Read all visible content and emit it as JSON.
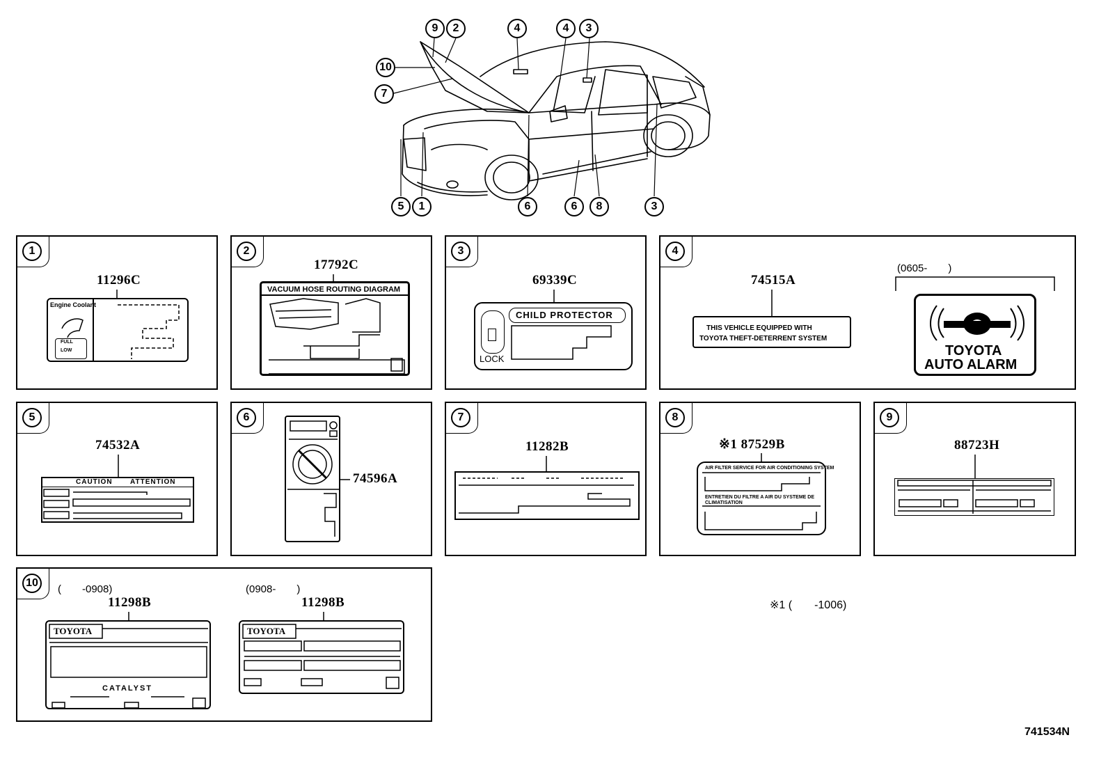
{
  "callouts": [
    "9",
    "2",
    "10",
    "7",
    "4",
    "4",
    "3",
    "5",
    "1",
    "6",
    "6",
    "8",
    "3"
  ],
  "panels": [
    {
      "num": "1",
      "part": "11296C",
      "text": [
        "Engine Coolant",
        "FULL",
        "LOW"
      ]
    },
    {
      "num": "2",
      "part": "17792C",
      "text": [
        "VACUUM HOSE ROUTING DIAGRAM"
      ]
    },
    {
      "num": "3",
      "part": "69339C",
      "text": [
        "CHILD PROTECTOR",
        "LOCK"
      ]
    },
    {
      "num": "4",
      "part": "74515A",
      "date": "(0605-　　)",
      "text": [
        "THIS VEHICLE EQUIPPED WITH",
        "TOYOTA THEFT-DETERRENT SYSTEM",
        "TOYOTA",
        "AUTO ALARM"
      ]
    },
    {
      "num": "5",
      "part": "74532A",
      "text": [
        "CAUTION",
        "ATTENTION"
      ]
    },
    {
      "num": "6",
      "part": "74596A",
      "text": []
    },
    {
      "num": "7",
      "part": "11282B",
      "text": []
    },
    {
      "num": "8",
      "part": "※1 87529B",
      "text": [
        "AIR FILTER SERVICE FOR AIR CONDITIONING SYSTEM",
        "ENTRETIEN DU FILTRE A AIR DU SYSTEME DE CLIMATISATION"
      ]
    },
    {
      "num": "9",
      "part": "88723H",
      "text": []
    },
    {
      "num": "10",
      "part_a": "11298B",
      "date_a": "(　　-0908)",
      "part_b": "11298B",
      "date_b": "(0908-　　)",
      "text": [
        "TOYOTA",
        "CATALYST",
        "TOYOTA"
      ]
    }
  ],
  "footnote": "※1 (　　-1006)",
  "diagram_id": "741534N",
  "colors": {
    "line": "#000000",
    "background": "#ffffff"
  }
}
